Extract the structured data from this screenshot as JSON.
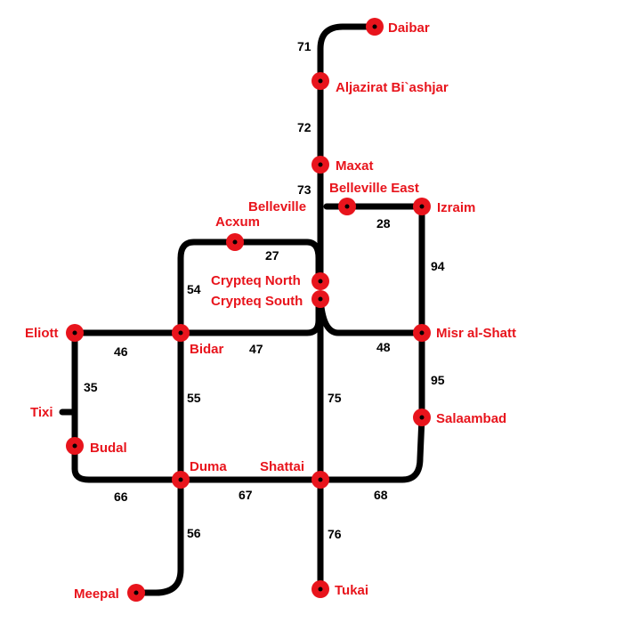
{
  "colors": {
    "station": "#e8141c",
    "track": "#000000",
    "background": "#ffffff"
  },
  "stations": {
    "daibar": "Daibar",
    "aljazirat": "Aljazirat Bi`ashjar",
    "maxat": "Maxat",
    "belleville": "Belleville",
    "belleville_east": "Belleville East",
    "izraim": "Izraim",
    "acxum": "Acxum",
    "crypteq_north": "Crypteq North",
    "crypteq_south": "Crypteq South",
    "eliott": "Eliott",
    "bidar": "Bidar",
    "misr_al_shatt": "Misr al-Shatt",
    "tixi": "Tixi",
    "budal": "Budal",
    "salaambad": "Salaambad",
    "duma": "Duma",
    "shattai": "Shattai",
    "meepal": "Meepal",
    "tukai": "Tukai"
  },
  "segments": {
    "daibar_aljazirat": "71",
    "aljazirat_maxat": "72",
    "maxat_crypteq": "73",
    "belleville_izraim": "28",
    "acxum_crypteq": "27",
    "acxum_bidar": "54",
    "izraim_misr": "94",
    "eliott_bidar": "46",
    "bidar_crypteq": "47",
    "crypteq_misr": "48",
    "eliott_budal": "35",
    "bidar_duma": "55",
    "crypteq_shattai": "75",
    "misr_salaambad": "95",
    "budal_duma": "66",
    "duma_shattai": "67",
    "shattai_salaambad": "68",
    "duma_meepal": "56",
    "shattai_tukai": "76"
  }
}
